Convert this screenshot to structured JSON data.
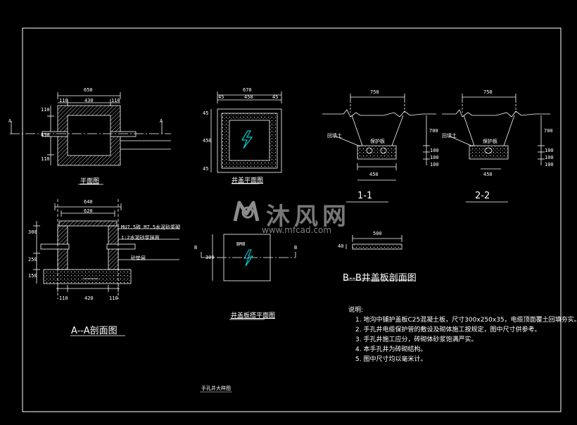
{
  "colors": {
    "background": "#000000",
    "line": "#ffffff",
    "hatch": "#bfbfbf",
    "accent": "#00cfcf",
    "watermark": "#8c8c8c"
  },
  "plan_view": {
    "title": "平面图",
    "dims_top": [
      "650",
      "110",
      "430",
      "110"
    ],
    "dims_left": [
      "110",
      "430",
      "110"
    ],
    "section_mark": "A"
  },
  "cover_plan": {
    "title": "井盖平面图",
    "dims_top": [
      "670",
      "45",
      "450",
      "45"
    ],
    "dims_left": [
      "45",
      "450",
      "45"
    ],
    "icon": "lightning-bolt-icon"
  },
  "section_aa": {
    "title": "A--A剖面图",
    "dims_top": [
      "640",
      "620"
    ],
    "dims_bottom": [
      "110",
      "420",
      "110"
    ],
    "dims_left": [
      "300",
      "250",
      "150"
    ],
    "callouts": [
      "MU7.5砖 M7.5水泥砂浆砌",
      "1:2水泥砂浆抹面",
      "砼垫层"
    ]
  },
  "cover_slab_plan": {
    "title": "井盖板搭平面图",
    "mark_left": "B",
    "mark_right": "B",
    "dim_side": "300",
    "slab_text": "BM8",
    "icon": "lightning-bolt-icon"
  },
  "section_11": {
    "title": "1-1",
    "dims_top": [
      "750"
    ],
    "dims_right": [
      "700",
      "100",
      "100",
      "100"
    ],
    "dim_bottom": "450",
    "callouts": [
      "回填土",
      "保护板"
    ]
  },
  "section_22": {
    "title": "2-2",
    "dims_top": [
      "750"
    ],
    "dims_right": [
      "700",
      "100",
      "100",
      "100"
    ],
    "dim_bottom": "450",
    "callouts": [
      "回填土",
      "保护板"
    ]
  },
  "section_bb": {
    "title": "B--B井盖板剖面图",
    "dim_top": "500",
    "dim_left": "40"
  },
  "notes": {
    "heading": "说明:",
    "items": [
      "1. 地沟中铺护盖板C25混凝土板，尺寸300x250x35，电缆顶面覆土回填夯实。",
      "2. 手孔井电缆保护管的敷设及砌体施工按规定，图中尺寸供参考。",
      "3. 手孔井施工应分，砖砌体砂浆饱满严实。",
      "4. 本手孔井为砖砌结构。",
      "5. 图中尺寸均以毫米计。"
    ]
  },
  "bottom_caption": "手孔井大样图",
  "watermark": {
    "text": "沐风网",
    "url": "www.mfcad.com"
  }
}
